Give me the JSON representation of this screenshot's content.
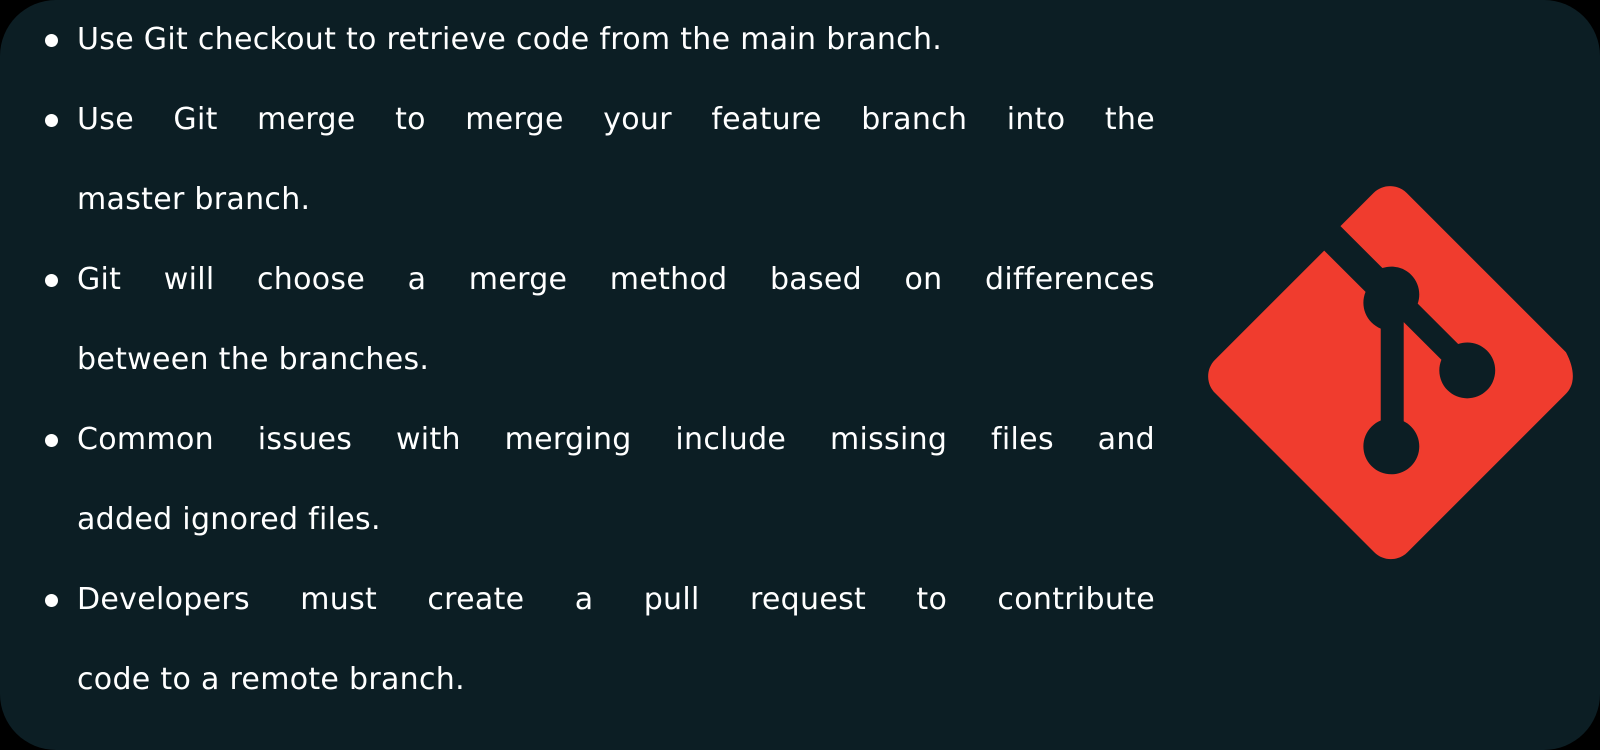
{
  "card": {
    "background_color": "#0C1E24",
    "outside_color": "#000000",
    "text_color": "#FFFFFF"
  },
  "content": {
    "bullets": [
      {
        "lines": [
          "Use Git checkout to retrieve code from the main branch."
        ]
      },
      {
        "lines": [
          "Use Git merge to merge your feature branch into the",
          "master branch."
        ]
      },
      {
        "lines": [
          "Git will choose a merge method based on differences",
          "between the branches."
        ]
      },
      {
        "lines": [
          "Common issues with merging include missing files and",
          "added ignored files."
        ]
      },
      {
        "lines": [
          "Developers must create a pull request to contribute",
          "code to a remote branch."
        ]
      }
    ]
  },
  "logo": {
    "name": "git-logo",
    "color": "#F03C2E"
  }
}
